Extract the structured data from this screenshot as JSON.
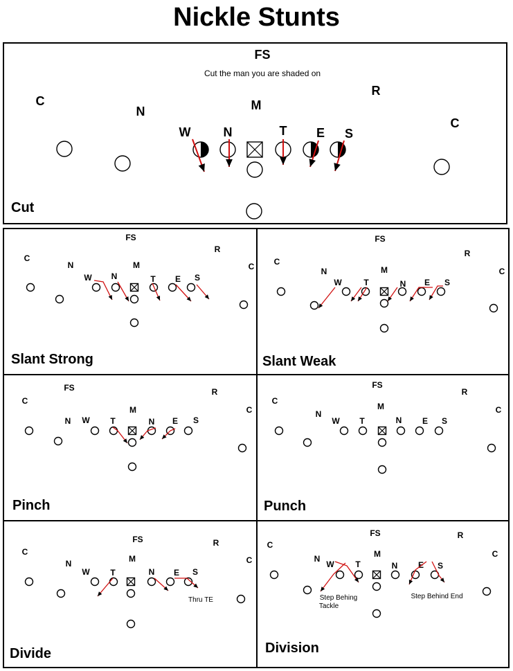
{
  "page": {
    "title": "Nickle Stunts"
  },
  "colors": {
    "stunt": "#d01010",
    "line": "#000000",
    "background": "#ffffff"
  },
  "panels": [
    {
      "id": "cut",
      "name": "Cut",
      "note": "Cut the man you are shaded on",
      "labels": {
        "FS": "FS",
        "R": "R",
        "M": "M",
        "C1": "C",
        "C2": "C",
        "N1": "N",
        "W": "W",
        "N2": "N",
        "T": "T",
        "E": "E",
        "S": "S"
      },
      "extra": []
    },
    {
      "id": "slant-strong",
      "name": "Slant Strong",
      "labels": {
        "FS": "FS",
        "R": "R",
        "M": "M",
        "C1": "C",
        "C2": "C",
        "N1": "N",
        "W": "W",
        "N2": "N",
        "T": "T",
        "E": "E",
        "S": "S"
      },
      "extra": []
    },
    {
      "id": "slant-weak",
      "name": "Slant Weak",
      "labels": {
        "FS": "FS",
        "R": "R",
        "M": "M",
        "C1": "C",
        "C2": "C",
        "N1": "N",
        "W": "W",
        "T": "T",
        "N2": "N",
        "E": "E",
        "S": "S"
      },
      "extra": []
    },
    {
      "id": "pinch",
      "name": "Pinch",
      "labels": {
        "FS": "FS",
        "R": "R",
        "M": "M",
        "C1": "C",
        "C2": "C",
        "N1": "N",
        "W": "W",
        "T": "T",
        "N2": "N",
        "E": "E",
        "S": "S"
      },
      "extra": []
    },
    {
      "id": "punch",
      "name": "Punch",
      "labels": {
        "FS": "FS",
        "R": "R",
        "M": "M",
        "C1": "C",
        "C2": "C",
        "N1": "N",
        "W": "W",
        "T": "T",
        "N2": "N",
        "E": "E",
        "S": "S"
      },
      "extra": []
    },
    {
      "id": "divide",
      "name": "Divide",
      "labels": {
        "FS": "FS",
        "R": "R",
        "M": "M",
        "C1": "C",
        "C2": "C",
        "N1": "N",
        "W": "W",
        "T": "T",
        "N2": "N",
        "E": "E",
        "S": "S"
      },
      "extra": [
        "Thru TE"
      ]
    },
    {
      "id": "division",
      "name": "Division",
      "labels": {
        "FS": "FS",
        "R": "R",
        "M": "M",
        "C1": "C",
        "C2": "C",
        "N1": "N",
        "W": "W",
        "T": "T",
        "N2": "N",
        "E": "E",
        "S": "S"
      },
      "extra": [
        "Step Behing",
        "Tackle",
        "Step Behind End"
      ]
    }
  ]
}
